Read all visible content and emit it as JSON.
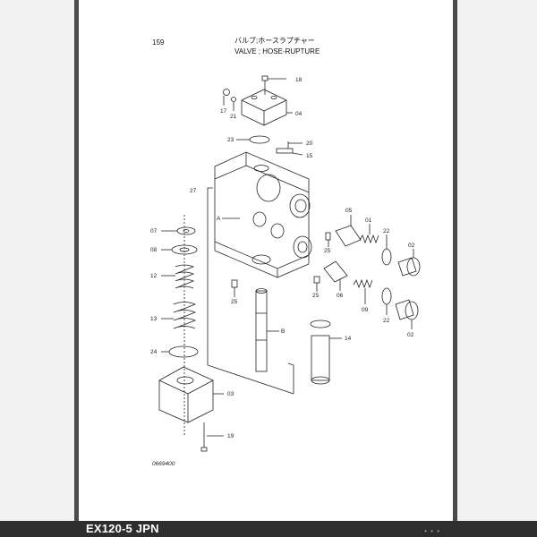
{
  "page_number": "159",
  "title_jp": "バルブ;ホースラプチャー",
  "title_en": "VALVE ; HOSE-RUPTURE",
  "drawing_id": "0669400",
  "footer_label": "EX120-5 JPN",
  "footer_dots": "• • •",
  "callouts": {
    "c18": "18",
    "c17": "17",
    "c21": "21",
    "c04": "04",
    "c23": "23",
    "c20": "20",
    "c15": "15",
    "c27": "27",
    "cA": "A",
    "c05": "05",
    "c01": "01",
    "c22a": "22",
    "c02a": "02",
    "c07": "07",
    "c08": "08",
    "c25a": "25",
    "c12": "12",
    "c25b": "25",
    "c25c": "25",
    "c06": "06",
    "c09": "09",
    "c22b": "22",
    "c02b": "02",
    "c13": "13",
    "cB": "B",
    "c14": "14",
    "c24": "24",
    "c03": "03",
    "c19": "19"
  }
}
